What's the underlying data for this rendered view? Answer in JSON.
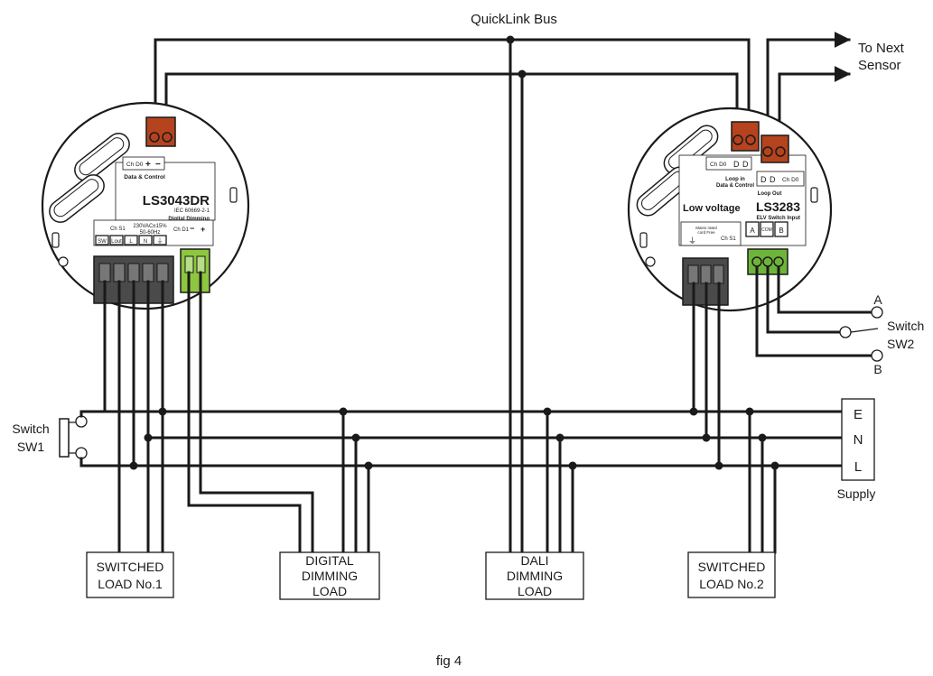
{
  "bus_label": "QuickLink Bus",
  "next_sensor": [
    "To Next",
    "Sensor"
  ],
  "figure_caption": "fig 4",
  "supply": {
    "label": "Supply",
    "terminals": [
      "E",
      "N",
      "L"
    ]
  },
  "switch_sw1": [
    "Switch",
    "SW1"
  ],
  "switch_sw2": {
    "lines": [
      "Switch",
      "SW2"
    ],
    "terminal_a": "A",
    "terminal_b": "B"
  },
  "unit_left": {
    "model": "LS3043DR",
    "standard": "IEC 60669-2-1",
    "function": "Digital Dimming",
    "data_label": "Data & Control",
    "ch_d0": "Ch D0",
    "ch_s1": "Ch S1",
    "ch_d1": "Ch D1",
    "rating": [
      "230VAC±15%",
      "50-60Hz"
    ],
    "terminal_labels": [
      "SW",
      "Lout",
      "L",
      "N",
      "⏚"
    ],
    "plus": "+",
    "minus": "−"
  },
  "unit_right": {
    "prefix": "Low voltage",
    "model": "LS3283",
    "input_label": "ELV Switch Input",
    "ch_d0": "Ch D0",
    "loop_in": [
      "Loop in",
      "Data & Control"
    ],
    "loop_out": "Loop Out",
    "d": "D",
    "ch_s1": "Ch S1",
    "mains": [
      "Mains rated",
      "cord Free"
    ],
    "a": "A",
    "com": "COM",
    "b": "B"
  },
  "loads": [
    {
      "lines": [
        "SWITCHED",
        "LOAD No.1"
      ]
    },
    {
      "lines": [
        "DIGITAL",
        "DIMMING",
        "LOAD"
      ]
    },
    {
      "lines": [
        "DALI",
        "DIMMING",
        "LOAD"
      ]
    },
    {
      "lines": [
        "SWITCHED",
        "LOAD No.2"
      ]
    }
  ],
  "colors": {
    "wire": "#1a1a1a",
    "bus_connector": "#b5431e",
    "power_connector": "#4a4a4a",
    "dimming_connector": "#8dc63f",
    "switch_connector": "#6fb43a"
  }
}
